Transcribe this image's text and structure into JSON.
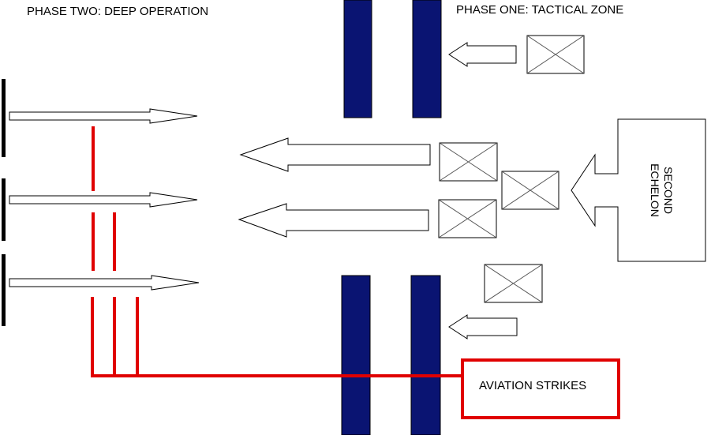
{
  "labels": {
    "phase_two": "PHASE TWO: DEEP OPERATION",
    "phase_one": "PHASE ONE: TACTICAL ZONE",
    "second_echelon_line1": "SECOND",
    "second_echelon_line2": "ECHELON",
    "aviation_strikes": "AVIATION STRIKES"
  },
  "colors": {
    "defense_line": "#0a1472",
    "aviation_strikes": "#e00000",
    "outline": "#000000",
    "unit_symbol": "#555555"
  },
  "icons": {
    "unit_symbol": "nato-infantry-unit-icon",
    "advance_arrow": "arrow-icon"
  }
}
